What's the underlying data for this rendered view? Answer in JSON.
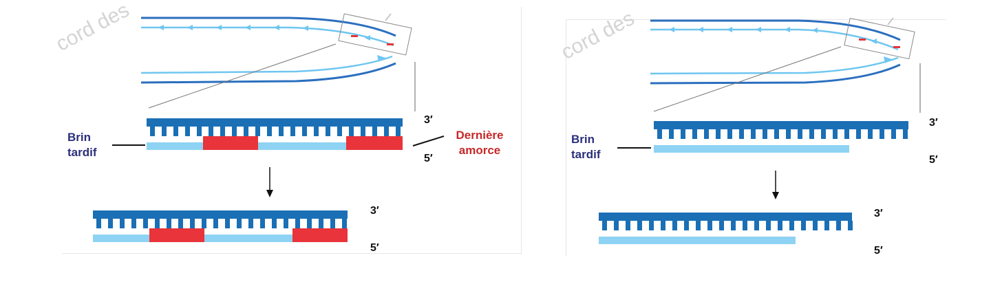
{
  "panels": [
    {
      "watermark": "cord des",
      "labels": {
        "strand": "Brin\ntardif",
        "last_primer": "Dernière\namorce",
        "top_3": "3′",
        "top_5": "5′",
        "bottom_3": "3′",
        "bottom_5": "5′"
      }
    },
    {
      "watermark": "cord des",
      "labels": {
        "strand": "Brin\ntardif",
        "top_3": "3′",
        "top_5": "5′",
        "bottom_3": "3′",
        "bottom_5": "5′"
      }
    }
  ],
  "colors": {
    "template_strand": "#1a6fb5",
    "new_strand": "#8ed3f3",
    "primer": "#e8343a",
    "fork_dark": "#2a6fbf",
    "fork_light": "#6fc6f0"
  }
}
